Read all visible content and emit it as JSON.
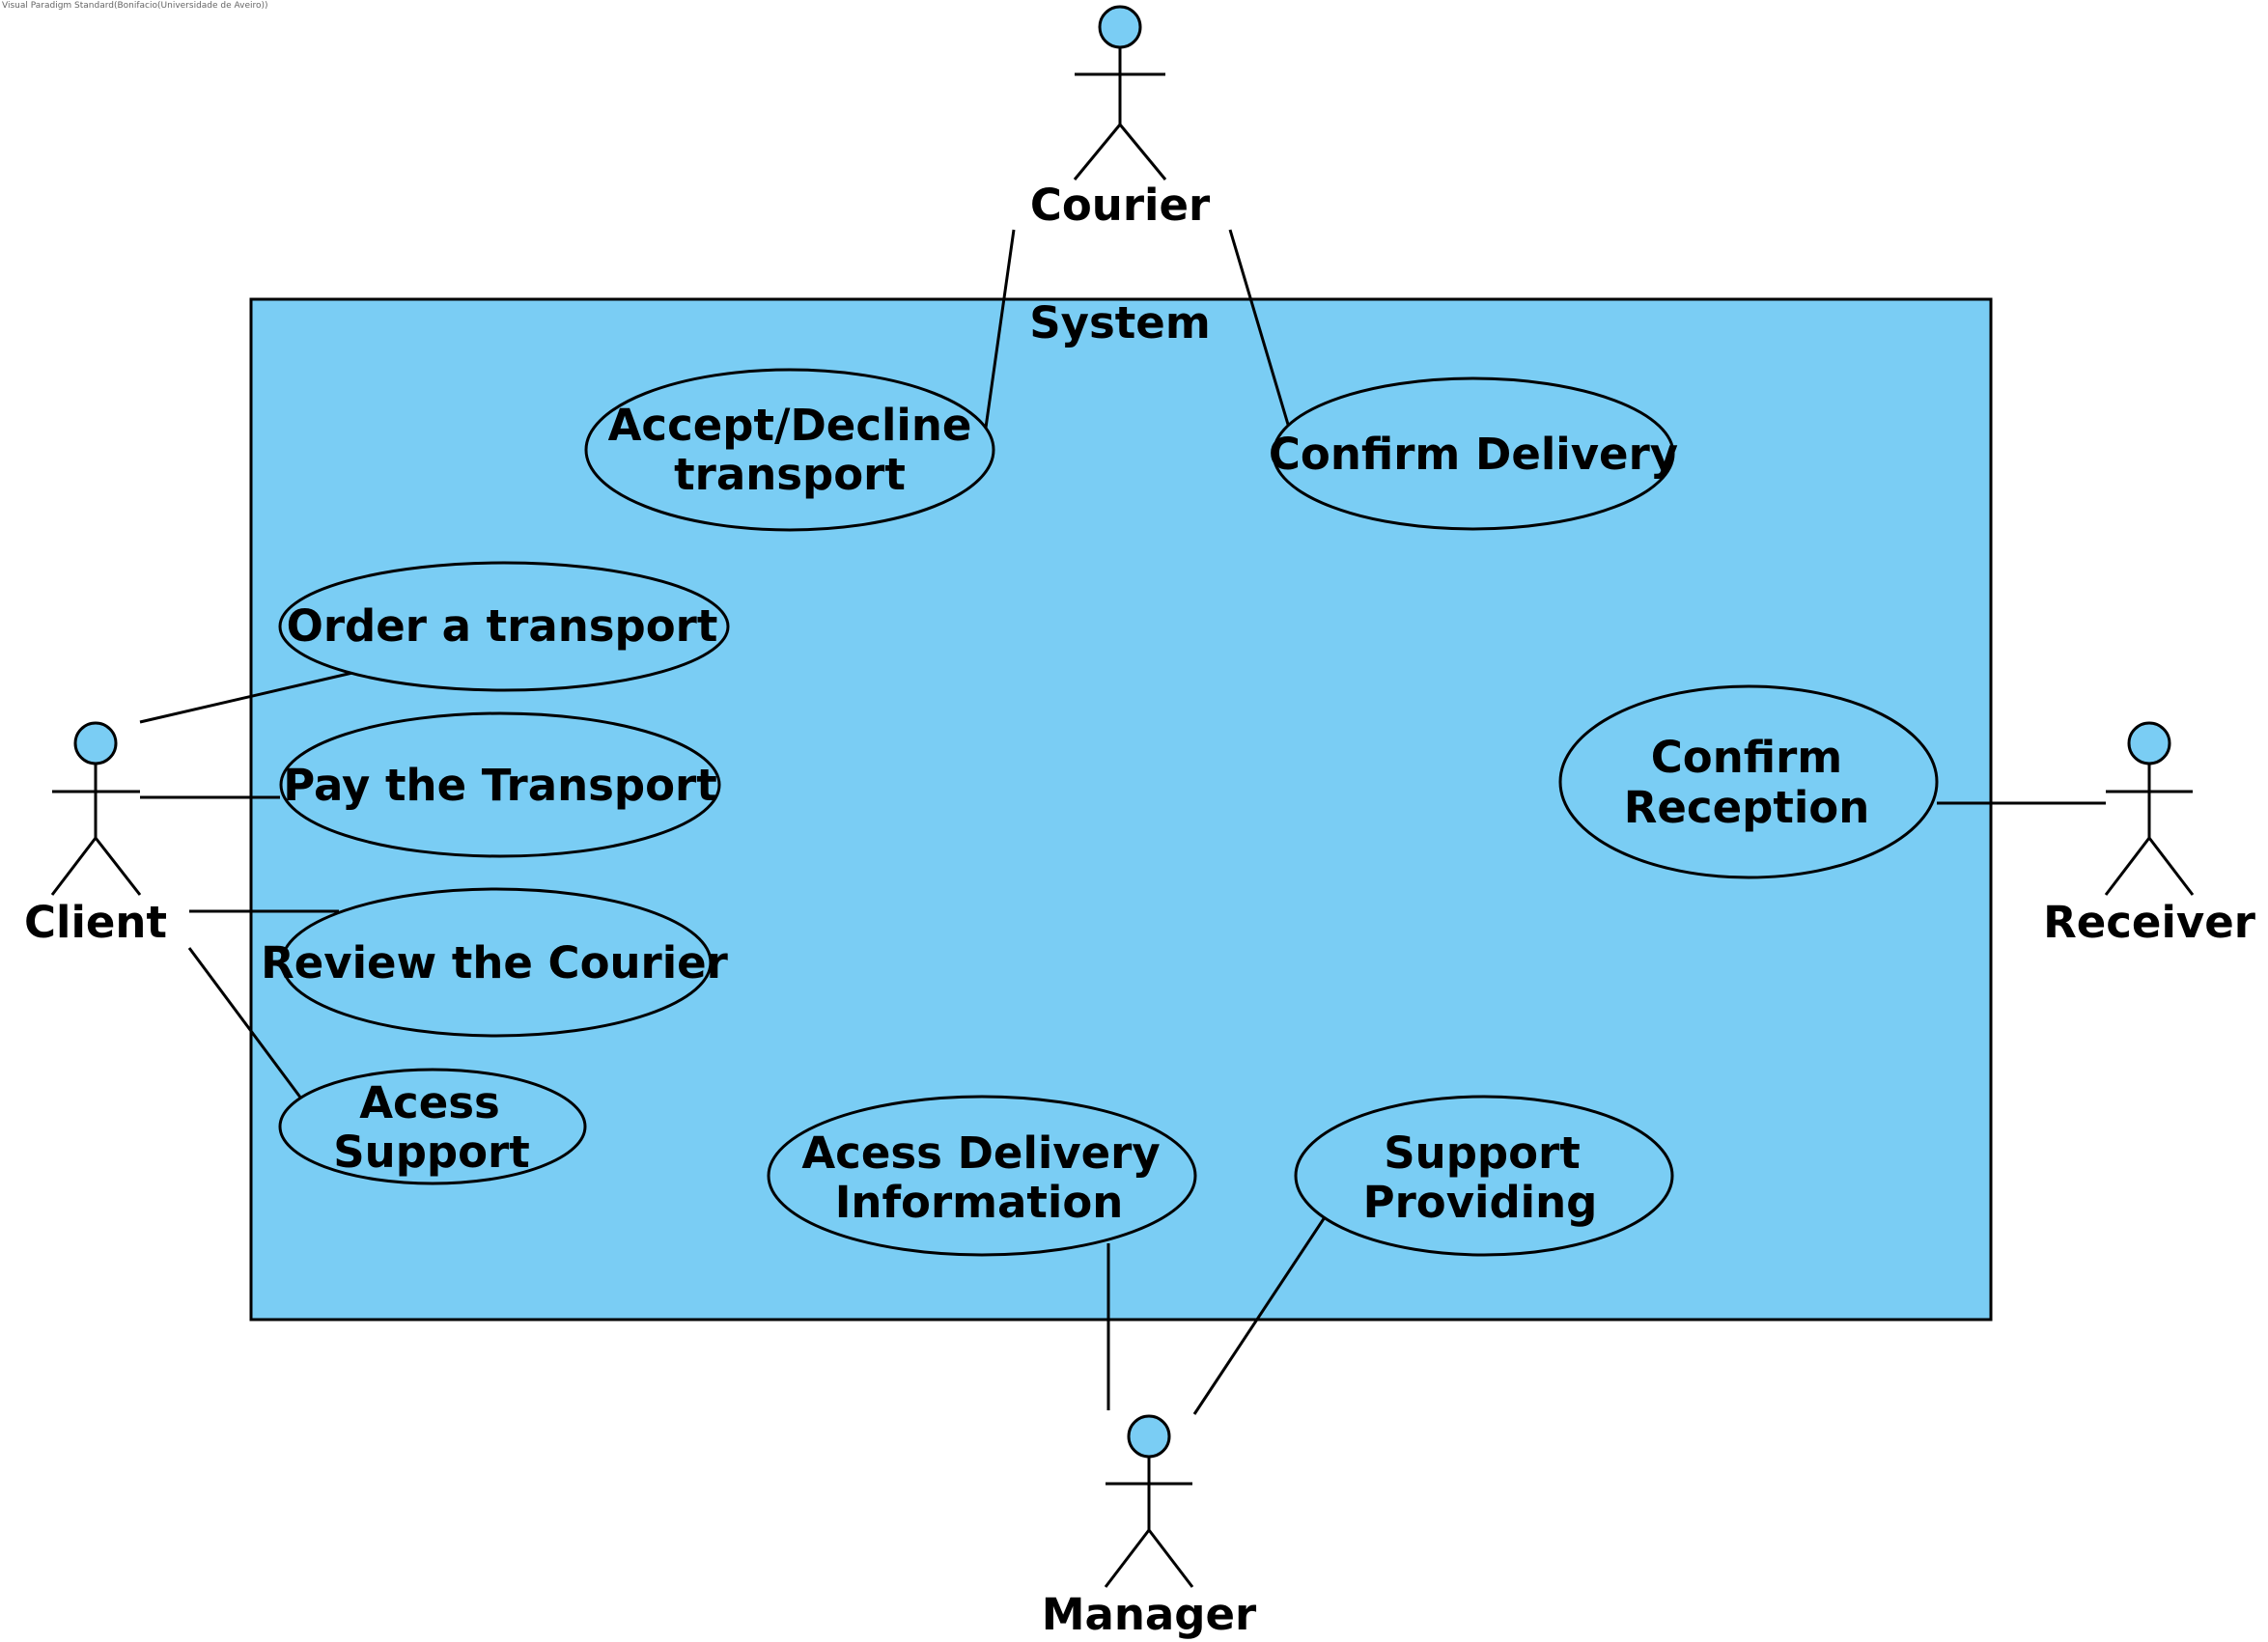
{
  "watermark": "Visual Paradigm Standard(Bonifacio(Universidade de Aveiro))",
  "colors": {
    "fill": "#7acdf4",
    "stroke": "#000000",
    "background": "#ffffff"
  },
  "system": {
    "label": "System"
  },
  "actors": {
    "courier": "Courier",
    "client": "Client",
    "receiver": "Receiver",
    "manager": "Manager"
  },
  "use_cases": {
    "accept_decline": [
      "Accept/Decline",
      "transport"
    ],
    "confirm_delivery": [
      "Confirm Delivery"
    ],
    "order_transport": [
      "Order a transport"
    ],
    "pay_transport": [
      "Pay the Transport"
    ],
    "review_courier": [
      "Review the Courier"
    ],
    "acess_support": [
      "Acess",
      "Support"
    ],
    "confirm_reception": [
      "Confirm",
      "Reception"
    ],
    "acess_delivery_info": [
      "Acess Delivery",
      "Information"
    ],
    "support_providing": [
      "Support",
      "Providing"
    ]
  },
  "associations": [
    {
      "actor": "Courier",
      "use_case": "Accept/Decline transport"
    },
    {
      "actor": "Courier",
      "use_case": "Confirm Delivery"
    },
    {
      "actor": "Client",
      "use_case": "Order a transport"
    },
    {
      "actor": "Client",
      "use_case": "Pay the Transport"
    },
    {
      "actor": "Client",
      "use_case": "Review the Courier"
    },
    {
      "actor": "Client",
      "use_case": "Acess Support"
    },
    {
      "actor": "Receiver",
      "use_case": "Confirm Reception"
    },
    {
      "actor": "Manager",
      "use_case": "Acess Delivery Information"
    },
    {
      "actor": "Manager",
      "use_case": "Support Providing"
    }
  ]
}
